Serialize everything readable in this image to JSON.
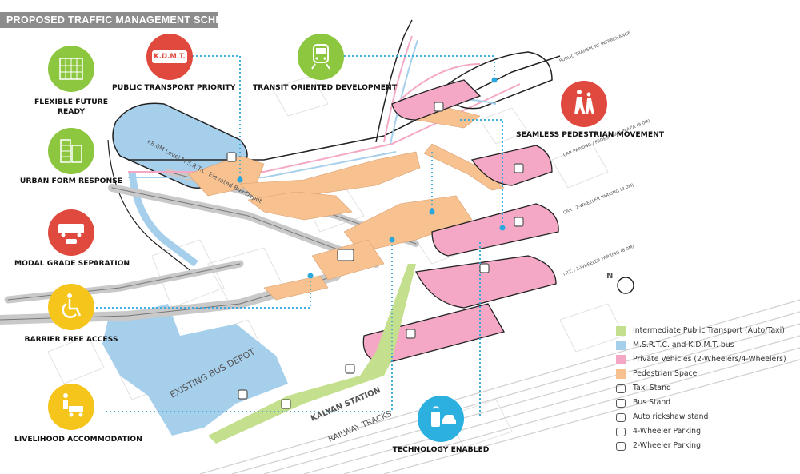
{
  "title": "PROPOSED TRAFFIC MANAGEMENT SCHEME",
  "badges": {
    "flexible": {
      "label_line1": "FLEXIBLE FUTURE",
      "label_line2": "READY",
      "color": "#8dc63f"
    },
    "urban": {
      "label": "URBAN FORM RESPONSE",
      "color": "#8dc63f"
    },
    "modal": {
      "label": "MODAL GRADE SEPARATION",
      "color": "#e0493d"
    },
    "barrier": {
      "label": "BARRIER FREE ACCESS",
      "color": "#f5c51c"
    },
    "livelihood": {
      "label": "LIVELIHOOD ACCOMMODATION",
      "color": "#f5c51c"
    },
    "public_transport": {
      "label": "PUBLIC TRANSPORT PRIORITY",
      "badge_text": "K.D.M.T.",
      "color": "#e0493d"
    },
    "tod": {
      "label": "TRANSIT ORIENTED DEVELOPMENT",
      "color": "#8dc63f"
    },
    "pedestrian": {
      "label": "SEAMLESS PEDESTRIAN MOVEMENT",
      "color": "#e0493d"
    },
    "technology": {
      "label": "TECHNOLOGY ENABLED",
      "color": "#2bb0df"
    }
  },
  "map_labels": {
    "msrtc_depot": "+8.0M Level M.S.R.T.C. Elevated Bus Depot",
    "existing_depot": "EXISTING BUS DEPOT",
    "kalyan_station": "KALYAN STATION",
    "railway_tracks": "RAILWAY TRACKS",
    "public_transport_interchange": "PUBLIC TRANSPORT INTERCHANGE",
    "car_parking_plaza": "CAR PARKING / PEDESTRIAN PLAZA (9.0M)",
    "car_parking_two_wheeler": "CAR / 2-WHEELER PARKING (3.0M)",
    "ipt_parking": "I.P.T. / 2-WHEELER PARKING (8.0M)",
    "north": "N"
  },
  "legend": {
    "items": [
      {
        "label": "Intermediate Public Transport (Auto/Taxi)",
        "color": "#c4e08e"
      },
      {
        "label": "M.S.R.T.C. and K.D.M.T. bus",
        "color": "#a6cfec"
      },
      {
        "label": "Private Vehicles (2-Wheelers/4-Wheelers)",
        "color": "#f4a8c6"
      },
      {
        "label": "Pedestrian Space",
        "color": "#f7c190"
      }
    ],
    "icons": [
      {
        "label": "Taxi Stand",
        "icon": "taxi-icon"
      },
      {
        "label": "Bus Stand",
        "icon": "bus-icon"
      },
      {
        "label": "Auto rickshaw stand",
        "icon": "auto-rickshaw-icon"
      },
      {
        "label": "4-Wheeler Parking",
        "icon": "car-icon"
      },
      {
        "label": "2-Wheeler Parking",
        "icon": "scooter-icon"
      }
    ]
  },
  "colors": {
    "ipt_green": "#c4e08e",
    "bus_blue": "#a6cfec",
    "private_pink": "#f4a8c6",
    "pedestrian_orange": "#f7c190",
    "connector_cyan": "#2aa7dd"
  }
}
